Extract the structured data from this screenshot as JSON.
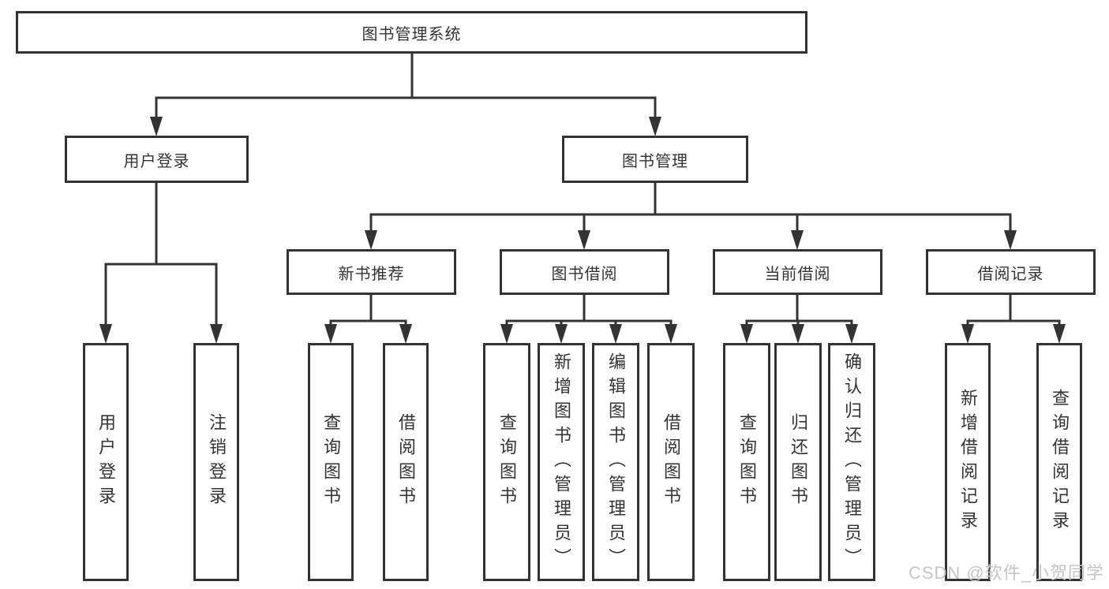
{
  "nodes": {
    "root": {
      "label": "图书管理系统"
    },
    "level1": [
      {
        "id": "user-login",
        "label": "用户登录"
      },
      {
        "id": "book-management",
        "label": "图书管理"
      }
    ],
    "level2": [
      {
        "id": "new-book-recommend",
        "parent": "图书管理",
        "label": "新书推荐"
      },
      {
        "id": "book-borrowing",
        "parent": "图书管理",
        "label": "图书借阅"
      },
      {
        "id": "current-borrowing",
        "parent": "图书管理",
        "label": "当前借阅"
      },
      {
        "id": "borrowing-records",
        "parent": "图书管理",
        "label": "借阅记录"
      }
    ],
    "leaves": [
      {
        "parent": "用户登录",
        "label": "用户登录"
      },
      {
        "parent": "用户登录",
        "label": "注销登录"
      },
      {
        "parent": "新书推荐",
        "label": "查询图书"
      },
      {
        "parent": "新书推荐",
        "label": "借阅图书"
      },
      {
        "parent": "图书借阅",
        "label": "查询图书"
      },
      {
        "parent": "图书借阅",
        "label": "新增图书（管理员）"
      },
      {
        "parent": "图书借阅",
        "label": "编辑图书（管理员）"
      },
      {
        "parent": "图书借阅",
        "label": "借阅图书"
      },
      {
        "parent": "当前借阅",
        "label": "查询图书"
      },
      {
        "parent": "当前借阅",
        "label": "归还图书"
      },
      {
        "parent": "当前借阅",
        "label": "确认归还（管理员）"
      },
      {
        "parent": "借阅记录",
        "label": "新增借阅记录"
      },
      {
        "parent": "借阅记录",
        "label": "查询借阅记录"
      }
    ]
  },
  "watermark": "CSDN @软件_小贺同学",
  "colors": {
    "line": "#333333",
    "text": "#333333",
    "watermark": "#c5c5c5",
    "background": "#ffffff"
  }
}
